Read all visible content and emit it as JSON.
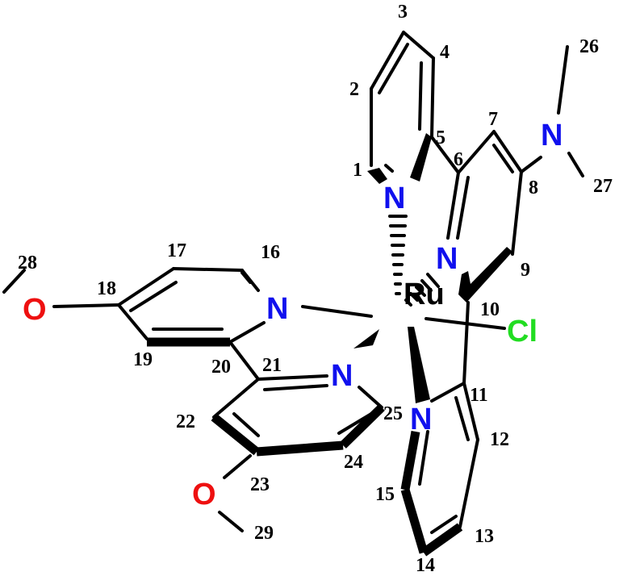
{
  "diagram": {
    "type": "chemical-structure",
    "colors": {
      "N": "#1010ee",
      "O": "#ee1010",
      "Cl": "#22dd22",
      "Ru": "#000000",
      "bond": "#000000"
    },
    "atoms": {
      "Ru": "Ru",
      "Cl": "Cl",
      "N_a": "N",
      "N_b": "N",
      "N_c": "N",
      "N_d": "N",
      "N_e": "N",
      "N_f": "N",
      "O_a": "O",
      "O_b": "O"
    },
    "numbers": [
      "1",
      "2",
      "3",
      "4",
      "5",
      "6",
      "7",
      "8",
      "9",
      "10",
      "11",
      "12",
      "13",
      "14",
      "15",
      "16",
      "17",
      "18",
      "19",
      "20",
      "21",
      "22",
      "23",
      "24",
      "25",
      "26",
      "27",
      "28",
      "29"
    ]
  }
}
